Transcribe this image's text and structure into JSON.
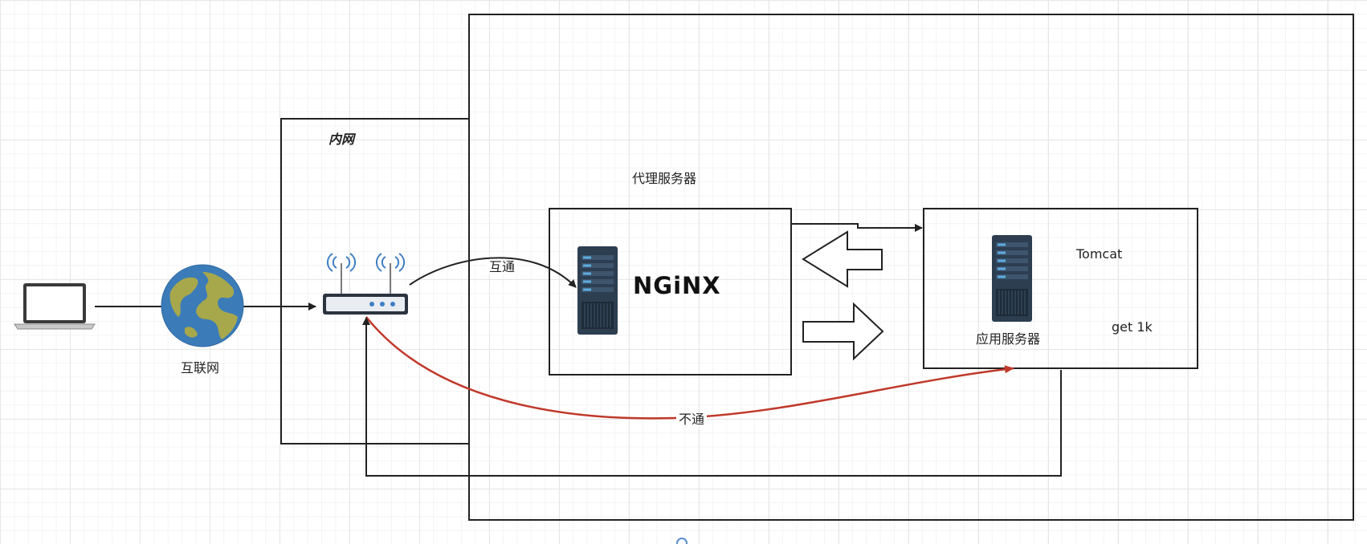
{
  "labels": {
    "internet": "互联网",
    "intranet": "内网",
    "proxy_server": "代理服务器",
    "app_server": "应用服务器",
    "tomcat": "Tomcat",
    "get": "get 1k",
    "connected": "互通",
    "blocked": "不通",
    "nginx_logo": "NGiNX"
  },
  "colors": {
    "line": "#222222",
    "blocked_line": "#c0392b",
    "globe_ocean": "#3b7bb8",
    "globe_land": "#a7a84b",
    "server_body": "#2c3e50",
    "server_accent": "#5dade2"
  },
  "icons": {
    "laptop": "laptop-icon",
    "globe": "globe-icon",
    "router": "router-icon",
    "nginx_server": "server-icon",
    "app_server": "server-icon"
  }
}
